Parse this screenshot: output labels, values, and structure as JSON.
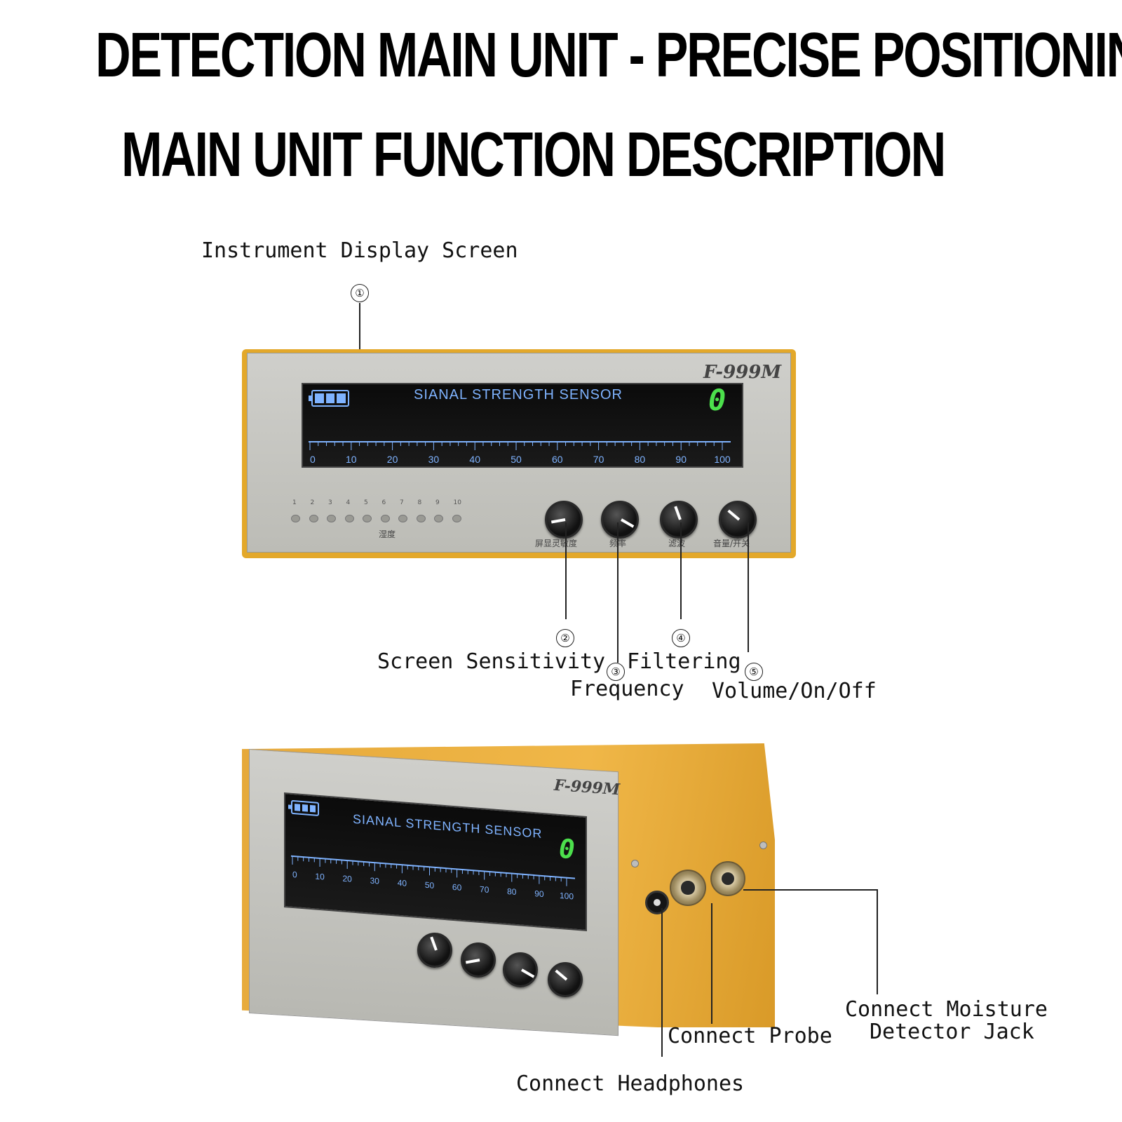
{
  "titles": {
    "line1": "DETECTION MAIN UNIT - PRECISE POSITIONING",
    "line2": "MAIN UNIT FUNCTION DESCRIPTION"
  },
  "device": {
    "model": "F-999M",
    "screen_title": "SIANAL STRENGTH SENSOR",
    "digit": "0",
    "scale_ticks": [
      "0",
      "10",
      "20",
      "30",
      "40",
      "50",
      "60",
      "70",
      "80",
      "90",
      "100"
    ],
    "led_numbers": [
      "1",
      "2",
      "3",
      "4",
      "5",
      "6",
      "7",
      "8",
      "9",
      "10"
    ],
    "led_caption": "湿度",
    "knob_labels": [
      "屏显灵敏度",
      "频率",
      "滤波",
      "音量/开关"
    ]
  },
  "callouts_front": [
    {
      "num": "①",
      "label": "Instrument Display Screen"
    },
    {
      "num": "②",
      "label": "Screen Sensitivity"
    },
    {
      "num": "③",
      "label": "Frequency"
    },
    {
      "num": "④",
      "label": "Filtering"
    },
    {
      "num": "⑤",
      "label": "Volume/On/Off"
    }
  ],
  "callouts_side": [
    {
      "label": "Connect Moisture"
    },
    {
      "label": "Detector Jack"
    },
    {
      "label": "Connect Probe"
    },
    {
      "label": "Connect Headphones"
    }
  ],
  "colors": {
    "case": "#e3a82a",
    "screen_text": "#7fb3ff",
    "digit": "#4ce04c"
  }
}
